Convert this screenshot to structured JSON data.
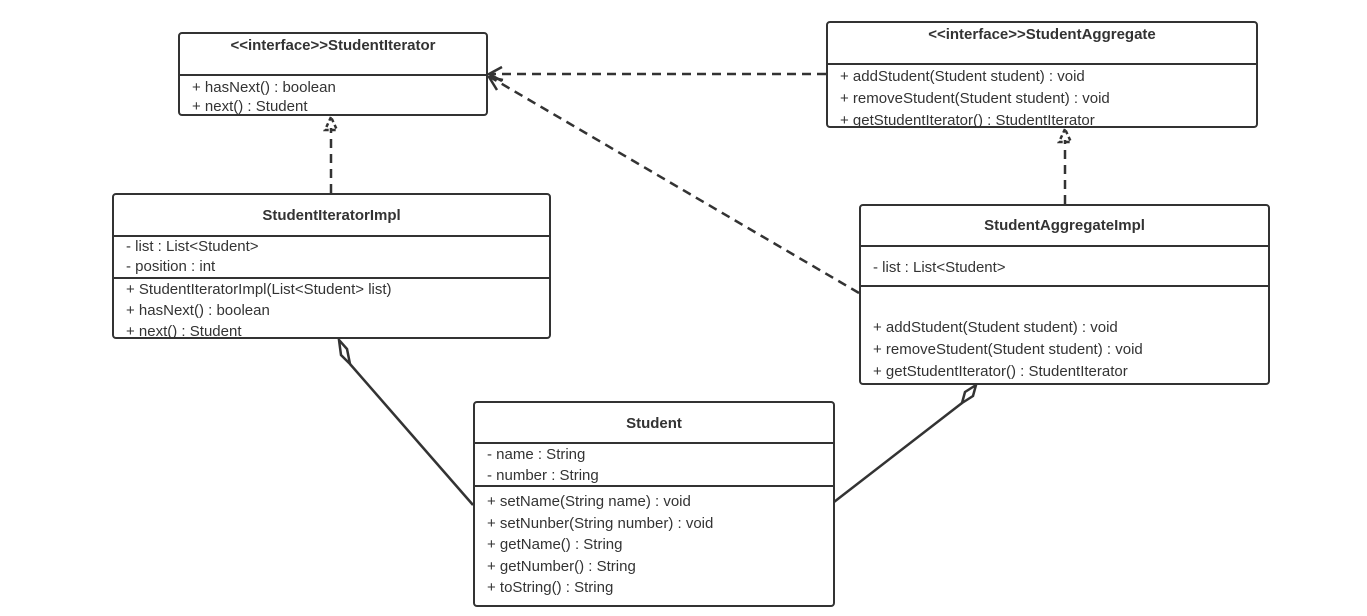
{
  "classes": {
    "student_iterator": {
      "name": "<<interface>>StudentIterator",
      "attributes": [],
      "methods": [
        "+ hasNext()   : boolean",
        "+ next() : Student"
      ]
    },
    "student_aggregate": {
      "name": "<<interface>>StudentAggregate",
      "attributes": [],
      "methods": [
        "+ addStudent(Student student) : void",
        "+ removeStudent(Student student) : void",
        "+ getStudentIterator() : StudentIterator"
      ]
    },
    "student_iterator_impl": {
      "name": "StudentIteratorImpl",
      "attributes": [
        "- list : List<Student>",
        "- position : int"
      ],
      "methods": [
        "+ StudentIteratorImpl(List<Student> list)",
        "+ hasNext()   : boolean",
        "+ next() : Student"
      ]
    },
    "student_aggregate_impl": {
      "name": "StudentAggregateImpl",
      "attributes": [
        "- list : List<Student>"
      ],
      "methods": [
        "+ addStudent(Student student) : void",
        "+ removeStudent(Student student) : void",
        "+ getStudentIterator() : StudentIterator"
      ]
    },
    "student": {
      "name": "Student",
      "attributes": [
        "- name : String",
        "- number : String"
      ],
      "methods": [
        "+ setName(String name) : void",
        "+ setNunber(String number) : void",
        "+ getName() : String",
        "+ getNumber() : String",
        "+ toString() : String"
      ]
    }
  },
  "relations": [
    {
      "from": "StudentAggregate",
      "to": "StudentIterator",
      "type": "dependency"
    },
    {
      "from": "StudentAggregateImpl",
      "to": "StudentIterator",
      "type": "dependency"
    },
    {
      "from": "StudentIteratorImpl",
      "to": "StudentIterator",
      "type": "realization"
    },
    {
      "from": "StudentAggregateImpl",
      "to": "StudentAggregate",
      "type": "realization"
    },
    {
      "from": "StudentIteratorImpl",
      "to": "Student",
      "type": "aggregation"
    },
    {
      "from": "StudentAggregateImpl",
      "to": "Student",
      "type": "aggregation"
    }
  ]
}
